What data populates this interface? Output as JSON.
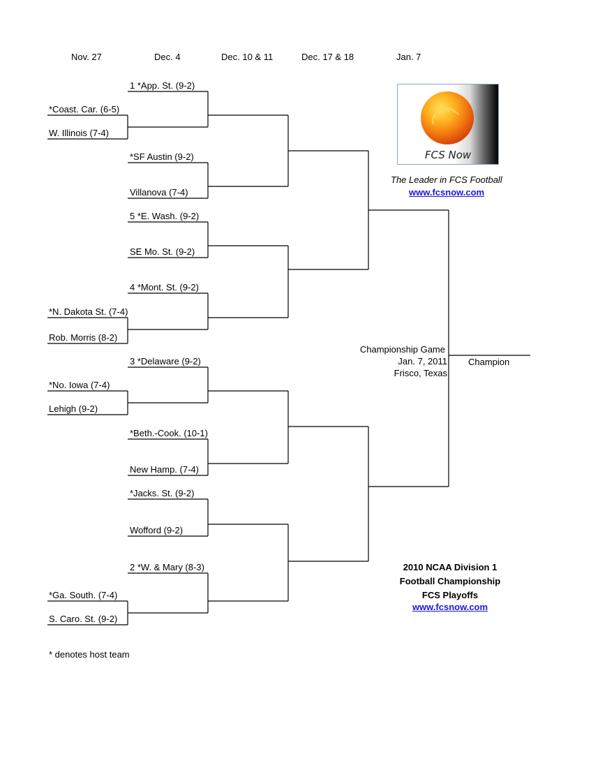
{
  "rounds": [
    "Nov. 27",
    "Dec. 4",
    "Dec. 10 & 11",
    "Dec. 17 & 18",
    "Jan. 7"
  ],
  "teams": {
    "app_st": "1 *App. St. (9-2)",
    "coast_car": "*Coast. Car. (6-5)",
    "w_illinois": "W. Illinois (7-4)",
    "sf_austin": "*SF Austin (9-2)",
    "villanova": "Villanova (7-4)",
    "e_wash": "5 *E. Wash. (9-2)",
    "se_mo_st": "SE Mo. St. (9-2)",
    "mont_st": "4 *Mont. St. (9-2)",
    "n_dakota_st": "*N. Dakota St. (7-4)",
    "rob_morris": "Rob. Morris (8-2)",
    "delaware": "3 *Delaware (9-2)",
    "no_iowa": "*No. Iowa (7-4)",
    "lehigh": "Lehigh (9-2)",
    "beth_cook": "*Beth.-Cook. (10-1)",
    "new_hamp": "New Hamp. (7-4)",
    "jacks_st": "*Jacks. St. (9-2)",
    "wofford": "Wofford (9-2)",
    "w_mary": "2 *W. & Mary (8-3)",
    "ga_south": "*Ga. South. (7-4)",
    "s_caro_st": "S. Caro. St. (9-2)"
  },
  "logo": {
    "text": "FCS Now",
    "tagline": "The Leader in FCS Football",
    "link": "www.fcsnow.com"
  },
  "championship": {
    "line1": "Championship Game",
    "line2": "Jan. 7, 2011",
    "line3": "Frisco, Texas",
    "champion": "Champion"
  },
  "title": {
    "line1": "2010 NCAA Division 1",
    "line2": "Football Championship",
    "line3": "FCS Playoffs",
    "link": "www.fcsnow.com"
  },
  "footnote": "* denotes host team",
  "colors": {
    "link": "#1a1ad6",
    "logo_border": "#8fa3c9"
  }
}
